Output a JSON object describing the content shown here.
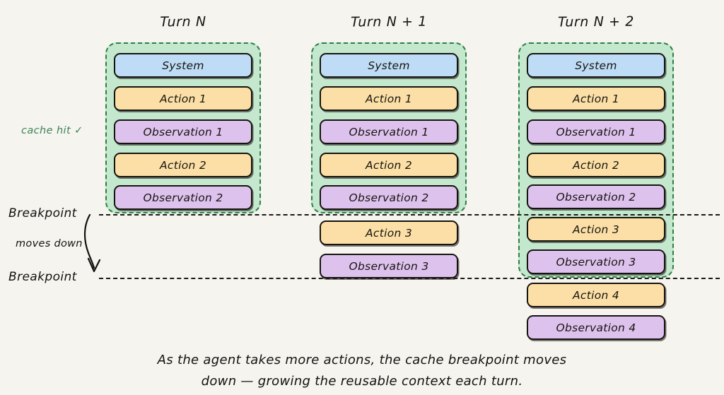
{
  "figure": {
    "background_color": "#f6f4ef",
    "caption_line_1": "As the agent takes more actions, the cache breakpoint moves",
    "caption_line_2": "down — growing the reusable context each turn."
  },
  "palette": {
    "system": "#bedcf6",
    "action": "#fbdfa6",
    "observation": "#ddc2ee",
    "cache_region_fill": "#c3e8cd",
    "cache_region_border": "#2f7d46",
    "cache_hit_text": "#3c8457",
    "box_border": "#17140f"
  },
  "annotations": {
    "cache_hit": "cache hit ✓",
    "moves_down": "moves down",
    "breakpoint_top": "Breakpoint",
    "breakpoint_bottom": "Breakpoint"
  },
  "columns": [
    {
      "title": "Turn N",
      "cached_count": 5,
      "items": [
        {
          "label": "System",
          "kind": "system",
          "cached": true
        },
        {
          "label": "Action 1",
          "kind": "action",
          "cached": true
        },
        {
          "label": "Observation 1",
          "kind": "observation",
          "cached": true
        },
        {
          "label": "Action 2",
          "kind": "action",
          "cached": true
        },
        {
          "label": "Observation 2",
          "kind": "observation",
          "cached": true
        }
      ]
    },
    {
      "title": "Turn N + 1",
      "cached_count": 5,
      "items": [
        {
          "label": "System",
          "kind": "system",
          "cached": true
        },
        {
          "label": "Action 1",
          "kind": "action",
          "cached": true
        },
        {
          "label": "Observation 1",
          "kind": "observation",
          "cached": true
        },
        {
          "label": "Action 2",
          "kind": "action",
          "cached": true
        },
        {
          "label": "Observation 2",
          "kind": "observation",
          "cached": true
        },
        {
          "label": "Action 3",
          "kind": "action",
          "cached": false
        },
        {
          "label": "Observation 3",
          "kind": "observation",
          "cached": false
        }
      ]
    },
    {
      "title": "Turn N + 2",
      "cached_count": 7,
      "items": [
        {
          "label": "System",
          "kind": "system",
          "cached": true
        },
        {
          "label": "Action 1",
          "kind": "action",
          "cached": true
        },
        {
          "label": "Observation 1",
          "kind": "observation",
          "cached": true
        },
        {
          "label": "Action 2",
          "kind": "action",
          "cached": true
        },
        {
          "label": "Observation 2",
          "kind": "observation",
          "cached": true
        },
        {
          "label": "Action 3",
          "kind": "action",
          "cached": true
        },
        {
          "label": "Observation 3",
          "kind": "observation",
          "cached": true
        },
        {
          "label": "Action 4",
          "kind": "action",
          "cached": false
        },
        {
          "label": "Observation 4",
          "kind": "observation",
          "cached": false
        }
      ]
    }
  ]
}
